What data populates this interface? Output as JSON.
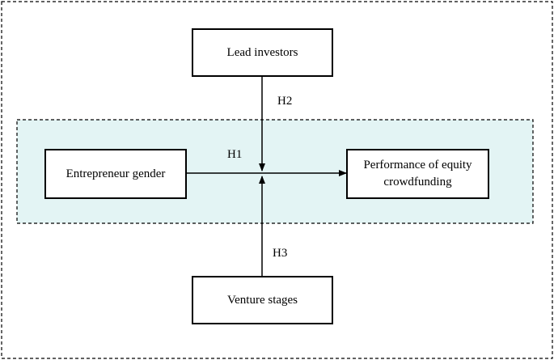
{
  "diagram": {
    "nodes": {
      "lead_investors": "Lead investors",
      "entrepreneur_gender": "Entrepreneur gender",
      "performance": "Performance of equity\ncrowdfunding",
      "venture_stages": "Venture stages"
    },
    "hypotheses": {
      "h1": "H1",
      "h2": "H2",
      "h3": "H3"
    },
    "colors": {
      "inner_frame_fill": "#e3f4f4",
      "line": "#000000"
    }
  }
}
